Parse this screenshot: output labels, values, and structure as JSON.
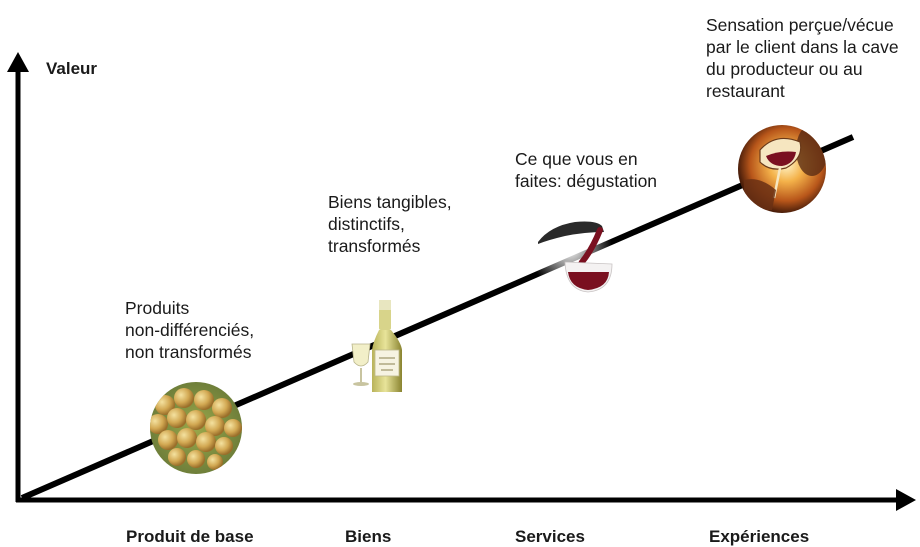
{
  "axis": {
    "y_label": "Valeur"
  },
  "stages": [
    {
      "label": "Produit de base",
      "description": [
        "Produits",
        "non-différenciés,",
        "non transformés"
      ],
      "image": "grapes-icon"
    },
    {
      "label": "Biens",
      "description": [
        "Biens tangibles,",
        "distinctifs,",
        "transformés"
      ],
      "image": "wine-bottle-icon"
    },
    {
      "label": "Services",
      "description": [
        "Ce que vous en",
        "faites: dégustation"
      ],
      "image": "pouring-wine-icon"
    },
    {
      "label": "Expériences",
      "description": [
        "Sensation perçue/vécue",
        "par le client dans la cave",
        "du producteur ou au",
        "restaurant"
      ],
      "image": "wine-tasting-icon"
    }
  ],
  "colors": {
    "axis": "#000000",
    "text": "#1a1a1a",
    "grapes": "#c9a24a",
    "wine": "#7a1020",
    "glow": "#f0a030"
  }
}
